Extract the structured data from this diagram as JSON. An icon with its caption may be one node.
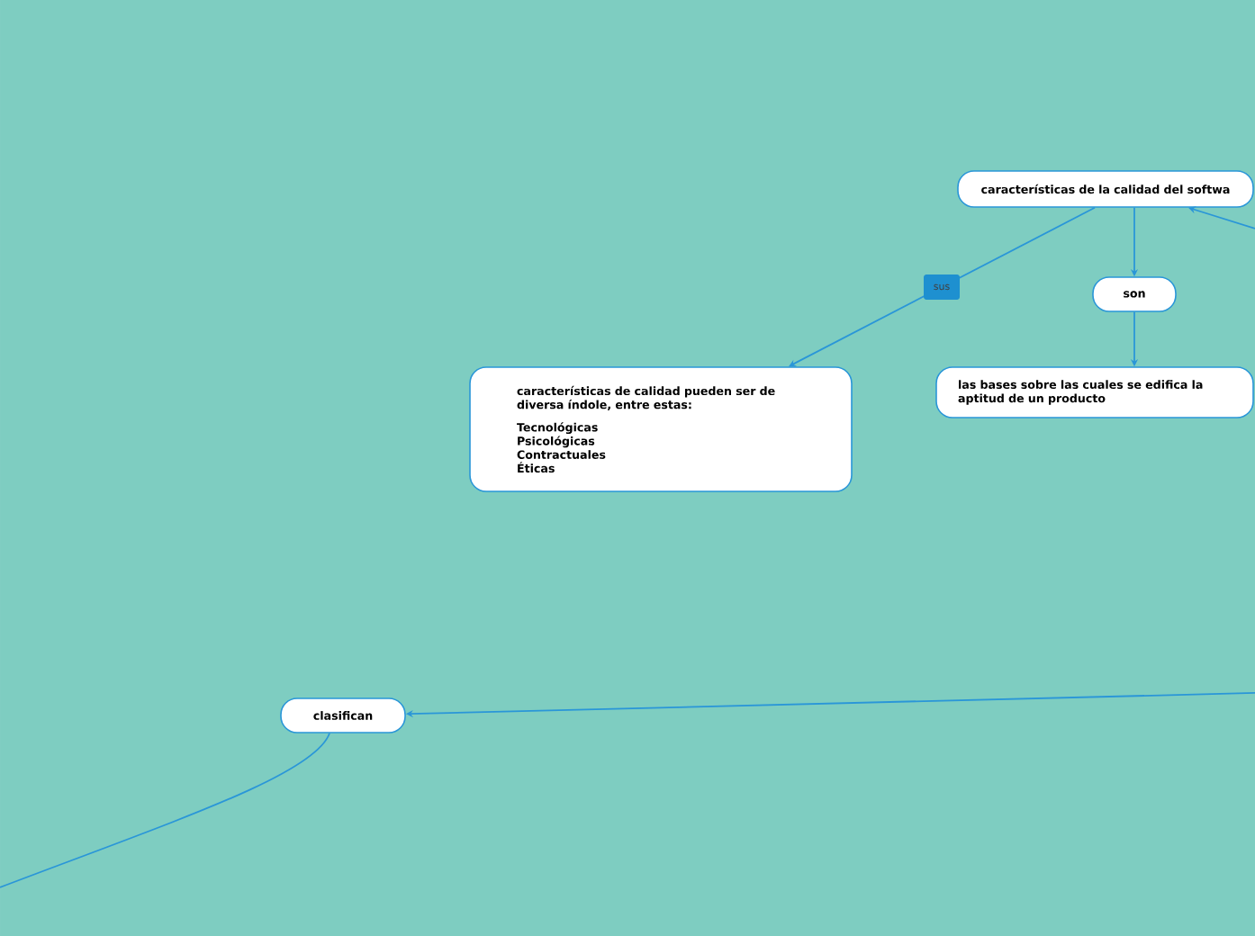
{
  "diagram": {
    "nodes": [
      {
        "text": [
          "características de la calidad del softwa"
        ]
      },
      {
        "text": [
          "son"
        ]
      },
      {
        "text": [
          "las bases sobre las cuales se edifica la aptitud de un producto"
        ]
      },
      {
        "text": [
          "características de calidad pueden ser de diversa índole, entre estas:",
          "Tecnológicas",
          "Psicológicas",
          "Contractuales",
          "Éticas"
        ]
      },
      {
        "text": [
          "clasifican"
        ]
      }
    ],
    "edges": [
      {
        "from": 0,
        "to": 3,
        "arrow": "to",
        "label": "sus"
      },
      {
        "from": 0,
        "to": 1,
        "arrow": "to"
      },
      {
        "from": 1,
        "to": 2,
        "arrow": "to"
      },
      {
        "from": null,
        "to": 0,
        "arrow": "to"
      },
      {
        "from": null,
        "to": 4,
        "arrow": "to"
      },
      {
        "from": 4,
        "to": null,
        "arrow": "none"
      }
    ]
  }
}
